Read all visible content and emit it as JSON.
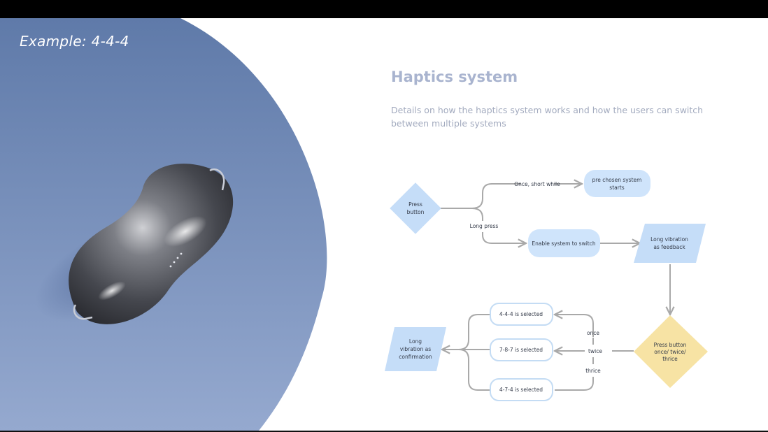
{
  "slide": {
    "example_label": "Example: 4-4-4",
    "title": "Haptics system",
    "subtitle": "Details on how the haptics system works and how the users can switch between multiple systems"
  },
  "diagram": {
    "nodes": {
      "press_button": [
        "Press",
        "button"
      ],
      "pre_chosen": [
        "pre chosen system",
        "starts"
      ],
      "enable_switch": [
        "Enable system to switch"
      ],
      "long_vibration_feedback": [
        "Long vibration",
        "as feedback"
      ],
      "press_count": [
        "Press button",
        "once/ twice/",
        "thrice"
      ],
      "sel_444": [
        "4-4-4 is selected"
      ],
      "sel_787": [
        "7-8-7 is selected"
      ],
      "sel_474": [
        "4-7-4 is selected"
      ],
      "long_vibration_confirm": [
        "Long",
        "vibration as",
        "confirmation"
      ]
    },
    "edge_labels": {
      "short_press": "Once, short while",
      "long_press": "Long press",
      "once": "once",
      "twice": "twice",
      "thrice": "thrice"
    }
  },
  "colors": {
    "sky_top": "#5f7aa9",
    "sky_bottom": "#95a9cf",
    "process_fill": "#cfe4fb",
    "decision_fill": "#c5ddf8",
    "decision_yellow": "#f7e3a4",
    "selection_border": "#c4dcf4",
    "connector": "#a9a9a9"
  }
}
